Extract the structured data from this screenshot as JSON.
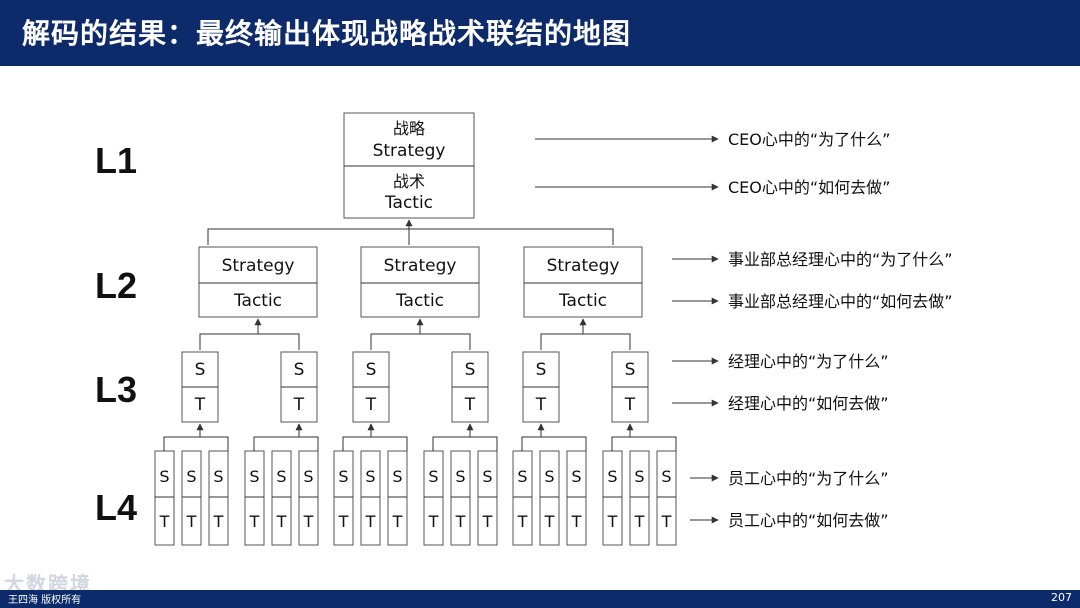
{
  "header": {
    "title": "解码的结果：最终输出体现战略战术联结的地图"
  },
  "levels": [
    "L1",
    "L2",
    "L3",
    "L4"
  ],
  "top_box": {
    "zh_strategy": "战略",
    "en_strategy": "Strategy",
    "zh_tactic": "战术",
    "en_tactic": "Tactic"
  },
  "l2_box": {
    "strategy": "Strategy",
    "tactic": "Tactic"
  },
  "l3_box": {
    "s": "S",
    "t": "T"
  },
  "l4_box": {
    "s": "S",
    "t": "T"
  },
  "right_labels": {
    "l1_why": "CEO心中的“为了什么”",
    "l1_how": "CEO心中的“如何去做”",
    "l2_why": "事业部总经理心中的“为了什么”",
    "l2_how": "事业部总经理心中的“如何去做”",
    "l3_why": "经理心中的“为了什么”",
    "l3_how": "经理心中的“如何去做”",
    "l4_why": "员工心中的“为了什么”",
    "l4_how": "员工心中的“如何去做”"
  },
  "footer": {
    "left": "王四海 版权所有",
    "page": "207",
    "watermark": "大数跨境"
  },
  "colors": {
    "bar": "#0d2b6b",
    "line": "#333333"
  }
}
